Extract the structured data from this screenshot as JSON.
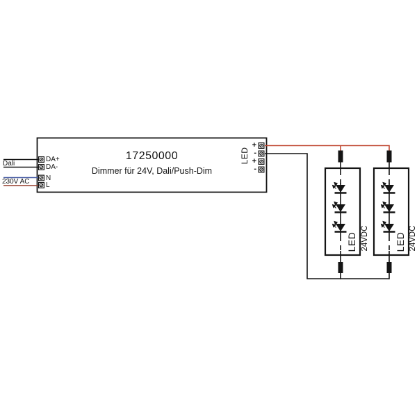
{
  "dimmer": {
    "code": "17250000",
    "name": "Dimmer für 24V, Dali/Push-Dim",
    "inputs": {
      "dali": {
        "label": "Dali",
        "terminals": [
          "DA+",
          "DA-"
        ]
      },
      "mains": {
        "label": "230V AC",
        "terminals": [
          "N",
          "L"
        ]
      }
    },
    "output": {
      "label": "LED",
      "signs": [
        "+",
        "-",
        "+",
        "-"
      ]
    }
  },
  "strips": [
    {
      "name": "LED",
      "voltage": "24VDC",
      "led_count": 3
    },
    {
      "name": "LED",
      "voltage": "24VDC",
      "led_count": 3
    }
  ],
  "colors": {
    "wire_black": "#141414",
    "wire_red": "#c14b36",
    "wire_blue": "#4a5fa5",
    "wire_brown": "#963d2b"
  }
}
